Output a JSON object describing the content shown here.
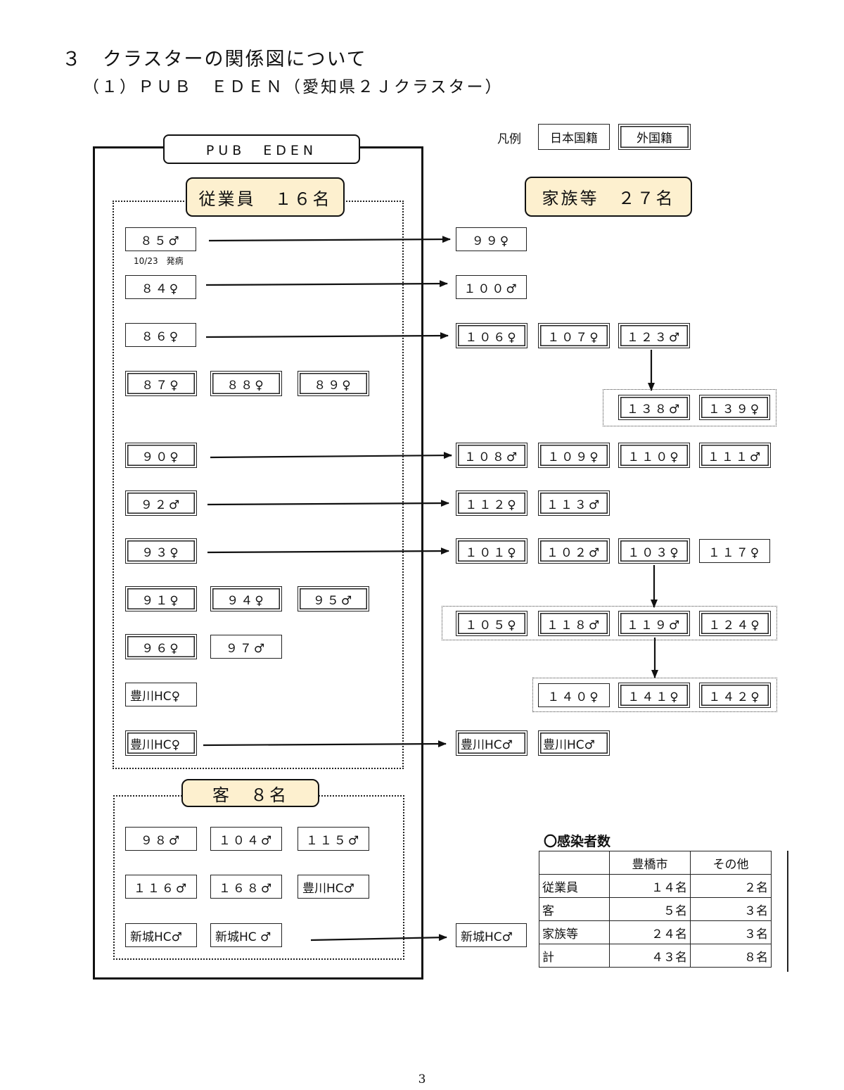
{
  "heading": "３　クラスターの関係図について",
  "subheading": "（１）ＰＵＢ　ＥＤＥＮ（愛知県２Ｊクラスター）",
  "legend": {
    "label": "凡例",
    "japanese": "日本国籍",
    "foreign": "外国籍"
  },
  "venue": "PUB　EDEN",
  "groups": {
    "employees": "従業員　１６名",
    "family": "家族等　２７名",
    "customers": "客　８名"
  },
  "note_85": "10/23　発病",
  "nodes": {
    "n85": "８５♂",
    "n84": "８４♀",
    "n86": "８６♀",
    "n87": "８７♀",
    "n88": "８８♀",
    "n89": "８９♀",
    "n90": "９０♀",
    "n92": "９２♂",
    "n93": "９３♀",
    "n91": "９１♀",
    "n94": "９４♀",
    "n95": "９５♂",
    "n96": "９６♀",
    "n97": "９７♂",
    "hc_emp1": "豊川HC♀",
    "hc_emp2": "豊川HC♀",
    "n98": "９８♂",
    "n104": "１０４♂",
    "n115": "１１５♂",
    "n116": "１１６♂",
    "n168": "１６８♂",
    "hc_cust": "豊川HC♂",
    "sj_cust1": "新城HC♂",
    "sj_cust2": "新城HC ♂",
    "n99": "９９♀",
    "n100": "１００♂",
    "n106": "１０６♀",
    "n107": "１０７♀",
    "n123": "１２３♂",
    "n138": "１３８♂",
    "n139": "１３９♀",
    "n108": "１０８♂",
    "n109": "１０９♀",
    "n110": "１１０♀",
    "n111": "１１１♂",
    "n112": "１１２♀",
    "n113": "１１３♂",
    "n101": "１０１♀",
    "n102": "１０２♂",
    "n103": "１０３♀",
    "n117": "１１７♀",
    "n105": "１０５♀",
    "n118": "１１８♂",
    "n119": "１１９♂",
    "n124": "１２４♀",
    "n140": "１４０♀",
    "n141": "１４１♀",
    "n142": "１４２♀",
    "hc_fam1": "豊川HC♂",
    "hc_fam2": "豊川HC♂",
    "sj_fam": "新城HC♂"
  },
  "stats": {
    "title": "〇感染者数",
    "headers": [
      "",
      "豊橋市",
      "その他"
    ],
    "rows": [
      [
        "従業員",
        "１４名",
        "２名"
      ],
      [
        "客",
        "５名",
        "３名"
      ],
      [
        "家族等",
        "２４名",
        "３名"
      ],
      [
        "計",
        "４３名",
        "８名"
      ]
    ]
  },
  "page_number": "3"
}
